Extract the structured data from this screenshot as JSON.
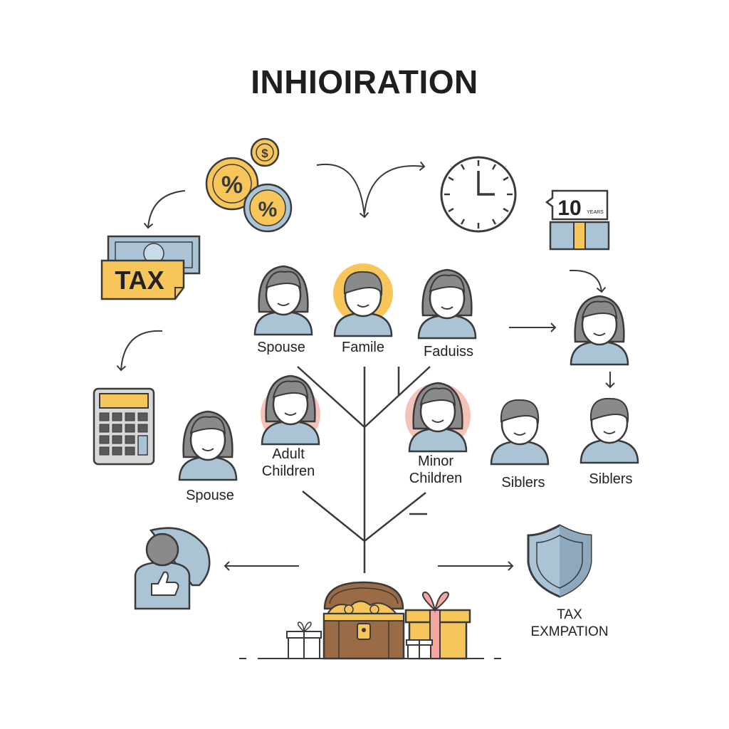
{
  "title": "INHIOIRATION",
  "tax_sign": "TAX",
  "certificate": {
    "number": "10",
    "unit": "YEARS"
  },
  "people": {
    "spouse_top": "Spouse",
    "famile": "Famile",
    "faduiss": "Faduiss",
    "adult_children_line1": "Adult",
    "adult_children_line2": "Children",
    "minor_children_line1": "Minor",
    "minor_children_line2": "Children",
    "siblers_left": "Siblers",
    "siblers_right": "Siblers",
    "spouse_left": "Spouse"
  },
  "exemption": {
    "line1": "TAX",
    "line2": "EXMPATION"
  },
  "colors": {
    "ink": "#3a3a3a",
    "gold": "#f6c65b",
    "blue_grey": "#aac4d6",
    "pink": "#f4c2b8",
    "skin": "#ffffff",
    "hair": "#8a8a8a",
    "chest_wood": "#9b6b45"
  }
}
